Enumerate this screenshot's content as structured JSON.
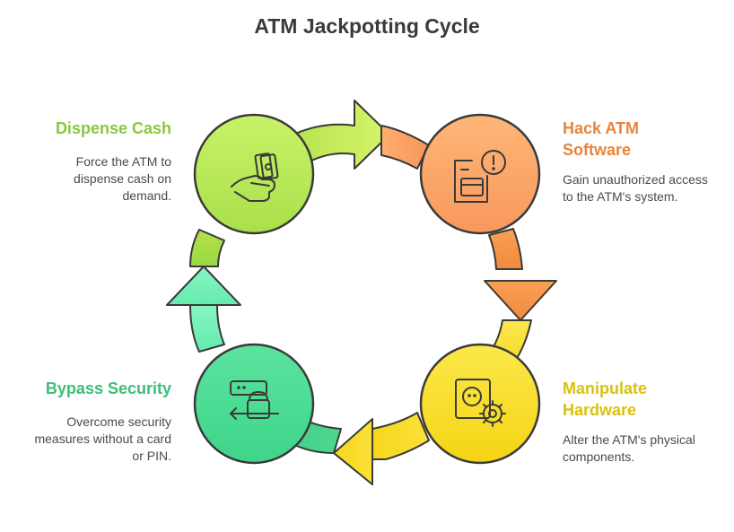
{
  "title": "ATM Jackpotting Cycle",
  "steps": [
    {
      "label": "Hack ATM Software",
      "label_lines": [
        "Hack ATM",
        "Software"
      ],
      "description": "Gain unauthorized access to the ATM's system.",
      "desc_lines": [
        "Gain unauthorized access",
        "to the ATM's system."
      ],
      "color": "#E8853A",
      "icon": "atm-alert-icon"
    },
    {
      "label": "Manipulate Hardware",
      "label_lines": [
        "Manipulate",
        "Hardware"
      ],
      "description": "Alter the ATM's physical components.",
      "desc_lines": [
        "Alter the ATM's physical",
        "components."
      ],
      "color": "#D9C20E",
      "icon": "hardware-gear-icon"
    },
    {
      "label": "Bypass Security",
      "label_lines": [
        "Bypass Security"
      ],
      "description": "Overcome security measures without a card or PIN.",
      "desc_lines": [
        "Overcome security",
        "measures without a card",
        "or PIN."
      ],
      "color": "#3DBE7A",
      "icon": "unlock-icon"
    },
    {
      "label": "Dispense Cash",
      "label_lines": [
        "Dispense Cash"
      ],
      "description": "Force the ATM to dispense cash on demand.",
      "desc_lines": [
        "Force the ATM to",
        "dispense cash on",
        "demand."
      ],
      "color": "#8DC63F",
      "icon": "cash-hand-icon"
    }
  ]
}
